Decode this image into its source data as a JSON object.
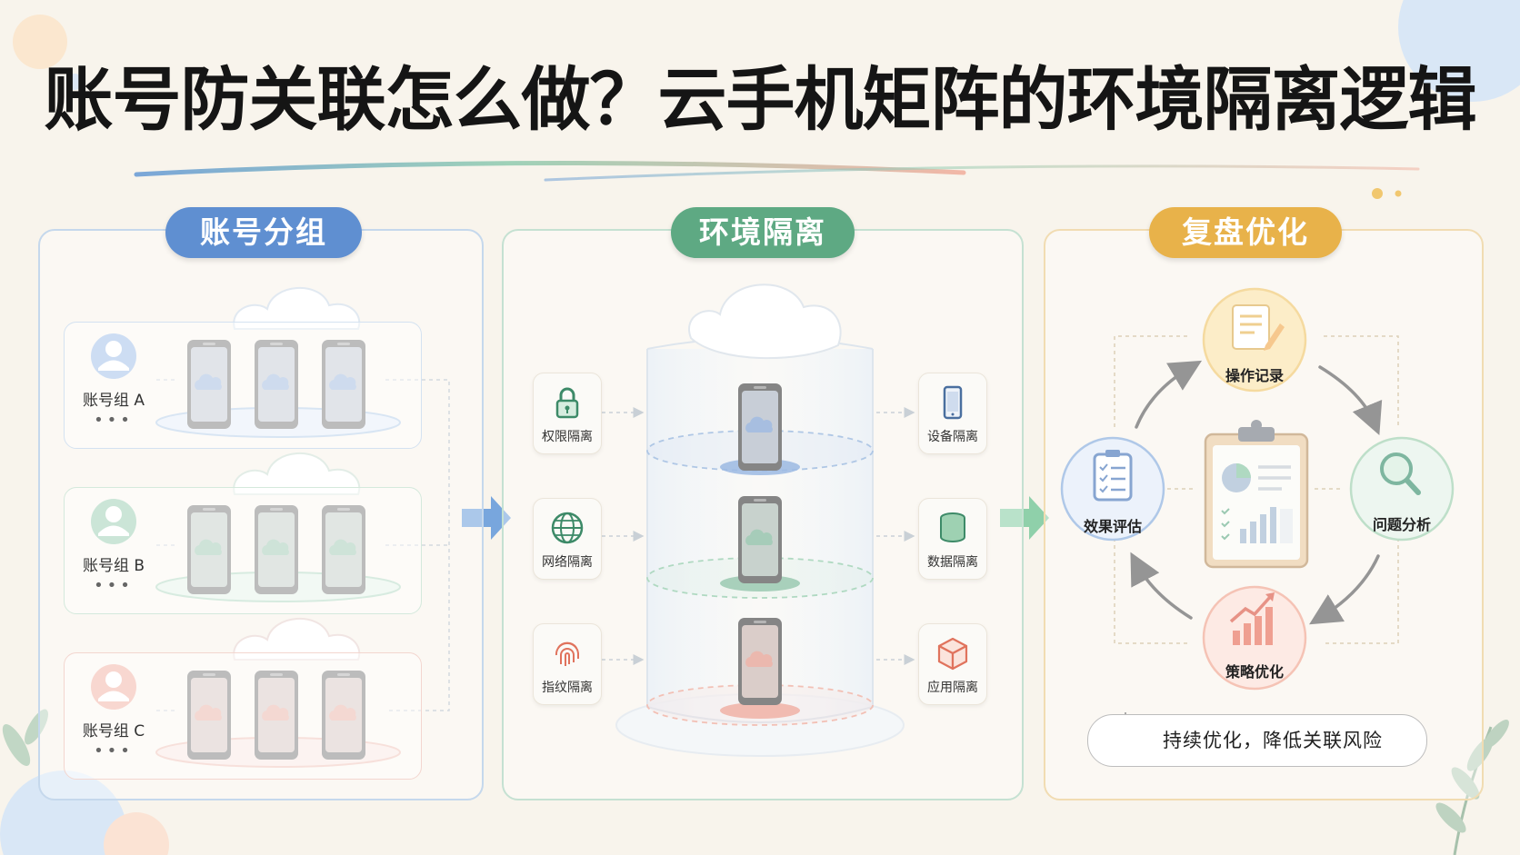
{
  "title": "账号防关联怎么做？云手机矩阵的环境隔离逻辑",
  "colors": {
    "blue": "#5f8fd1",
    "green": "#5ea983",
    "coral": "#e8826f",
    "gold": "#e8b24a"
  },
  "panels": {
    "grouping": {
      "heading": "账号分组",
      "groups": [
        {
          "label": "账号组 A",
          "more": "•••",
          "color": "#5f8fd1"
        },
        {
          "label": "账号组 B",
          "more": "•••",
          "color": "#5ea983"
        },
        {
          "label": "账号组 C",
          "more": "•••",
          "color": "#e8826f"
        }
      ]
    },
    "isolation": {
      "heading": "环境隔离",
      "left_items": [
        {
          "label": "权限隔离",
          "icon": "lock-icon"
        },
        {
          "label": "网络隔离",
          "icon": "globe-icon"
        },
        {
          "label": "指纹隔离",
          "icon": "fingerprint-icon"
        }
      ],
      "right_items": [
        {
          "label": "设备隔离",
          "icon": "phone-icon"
        },
        {
          "label": "数据隔离",
          "icon": "database-icon"
        },
        {
          "label": "应用隔离",
          "icon": "cube-icon"
        }
      ]
    },
    "review": {
      "heading": "复盘优化",
      "cycle": [
        {
          "label": "操作记录",
          "icon": "document-pen-icon"
        },
        {
          "label": "问题分析",
          "icon": "magnifier-icon"
        },
        {
          "label": "策略优化",
          "icon": "growth-chart-icon"
        },
        {
          "label": "效果评估",
          "icon": "checklist-icon"
        }
      ],
      "footer": "持续优化，降低关联风险"
    }
  }
}
